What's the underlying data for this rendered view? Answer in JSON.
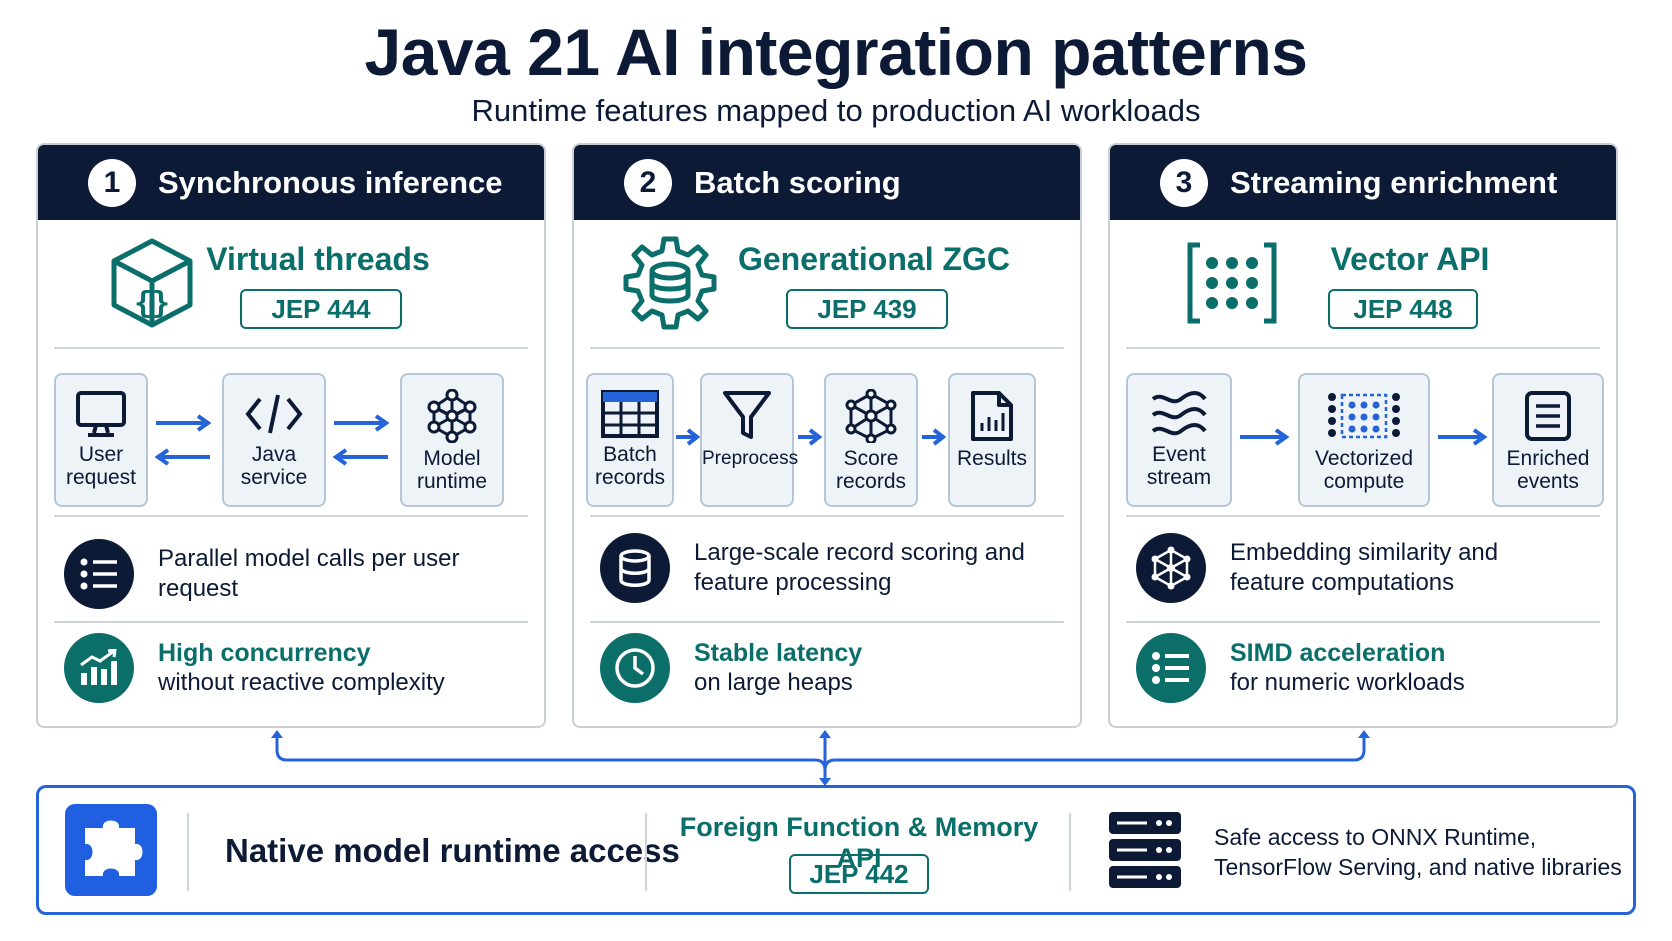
{
  "title": "Java 21 AI integration patterns",
  "subtitle": "Runtime features mapped to production AI workloads",
  "colors": {
    "navy": "#0c1a36",
    "teal": "#0a6e6a",
    "blue": "#2563d9",
    "box_fill": "#eef3f8"
  },
  "cards": [
    {
      "number": "1",
      "title": "Synchronous inference",
      "feature": "Virtual threads",
      "jep": "JEP 444",
      "feature_icon": "cube-braces-icon",
      "flow": [
        "User\nrequest",
        "Java\nservice",
        "Model\nruntime"
      ],
      "info": "Parallel model calls per user request",
      "benefit_strong": "High concurrency",
      "benefit_text": "without reactive complexity"
    },
    {
      "number": "2",
      "title": "Batch scoring",
      "feature": "Generational ZGC",
      "jep": "JEP 439",
      "feature_icon": "gear-database-icon",
      "flow": [
        "Batch\nrecords",
        "Preprocess",
        "Score\nrecords",
        "Results"
      ],
      "info": "Large-scale record scoring and\nfeature processing",
      "benefit_strong": "Stable latency",
      "benefit_text": "on large heaps"
    },
    {
      "number": "3",
      "title": "Streaming enrichment",
      "feature": "Vector API",
      "jep": "JEP 448",
      "feature_icon": "dot-matrix-brackets-icon",
      "flow": [
        "Event\nstream",
        "Vectorized\ncompute",
        "Enriched\nevents"
      ],
      "info": "Embedding similarity and\nfeature computations",
      "benefit_strong": "SIMD acceleration",
      "benefit_text": "for numeric workloads"
    }
  ],
  "bottom": {
    "title": "Native model runtime access",
    "feature": "Foreign Function & Memory API",
    "jep": "JEP 442",
    "description": "Safe access to ONNX Runtime,\nTensorFlow Serving, and native libraries"
  }
}
